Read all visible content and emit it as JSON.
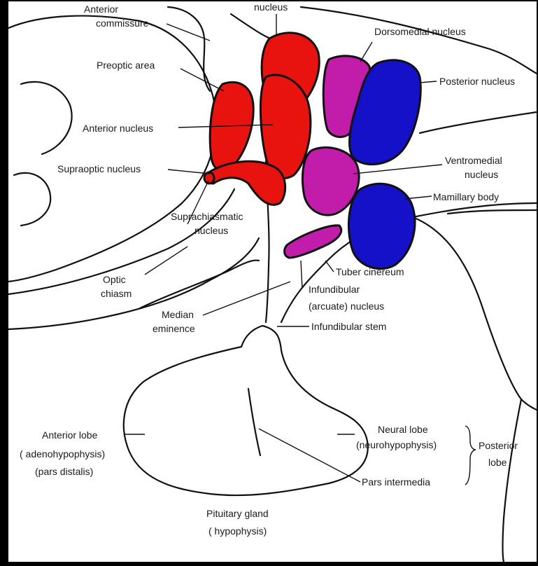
{
  "colors": {
    "frame": "#000000",
    "paper": "#ffffff",
    "ink": "#111111",
    "red_nuclei": "#e8120e",
    "magenta_nuclei": "#c21caa",
    "blue_nuclei": "#1411c8"
  },
  "labels": {
    "nucleus_top": "nucleus",
    "anterior_commissure_1": "Anterior",
    "anterior_commissure_2": "commissure",
    "preoptic_area": "Preoptic area",
    "anterior_nucleus": "Anterior nucleus",
    "supraoptic_nucleus": "Supraoptic nucleus",
    "suprachiasmatic_1": "Suprachiasmatic",
    "suprachiasmatic_2": "nucleus",
    "optic_chiasm_1": "Optic",
    "optic_chiasm_2": "chiasm",
    "median_eminence_1": "Median",
    "median_eminence_2": "eminence",
    "dorsomedial_nucleus": "Dorsomedial nucleus",
    "posterior_nucleus": "Posterior nucleus",
    "ventromedial_1": "Ventromedial",
    "ventromedial_2": "nucleus",
    "mamillary_body": "Mamillary body",
    "tuber_cinereum": "Tuber cinereum",
    "infundibular_1": "Infundibular",
    "infundibular_2": "(arcuate) nucleus",
    "infundibular_stem": "Infundibular stem",
    "anterior_lobe_1": "Anterior lobe",
    "anterior_lobe_2": "( adenohypophysis)",
    "anterior_lobe_3": "(pars distalis)",
    "neural_lobe_1": "Neural lobe",
    "neural_lobe_2": "(neurohypophysis)",
    "posterior_lobe_1": "Posterior",
    "posterior_lobe_2": "lobe",
    "pars_intermedia": "Pars intermedia",
    "pituitary_1": "Pituitary gland",
    "pituitary_2": "( hypophysis)"
  }
}
